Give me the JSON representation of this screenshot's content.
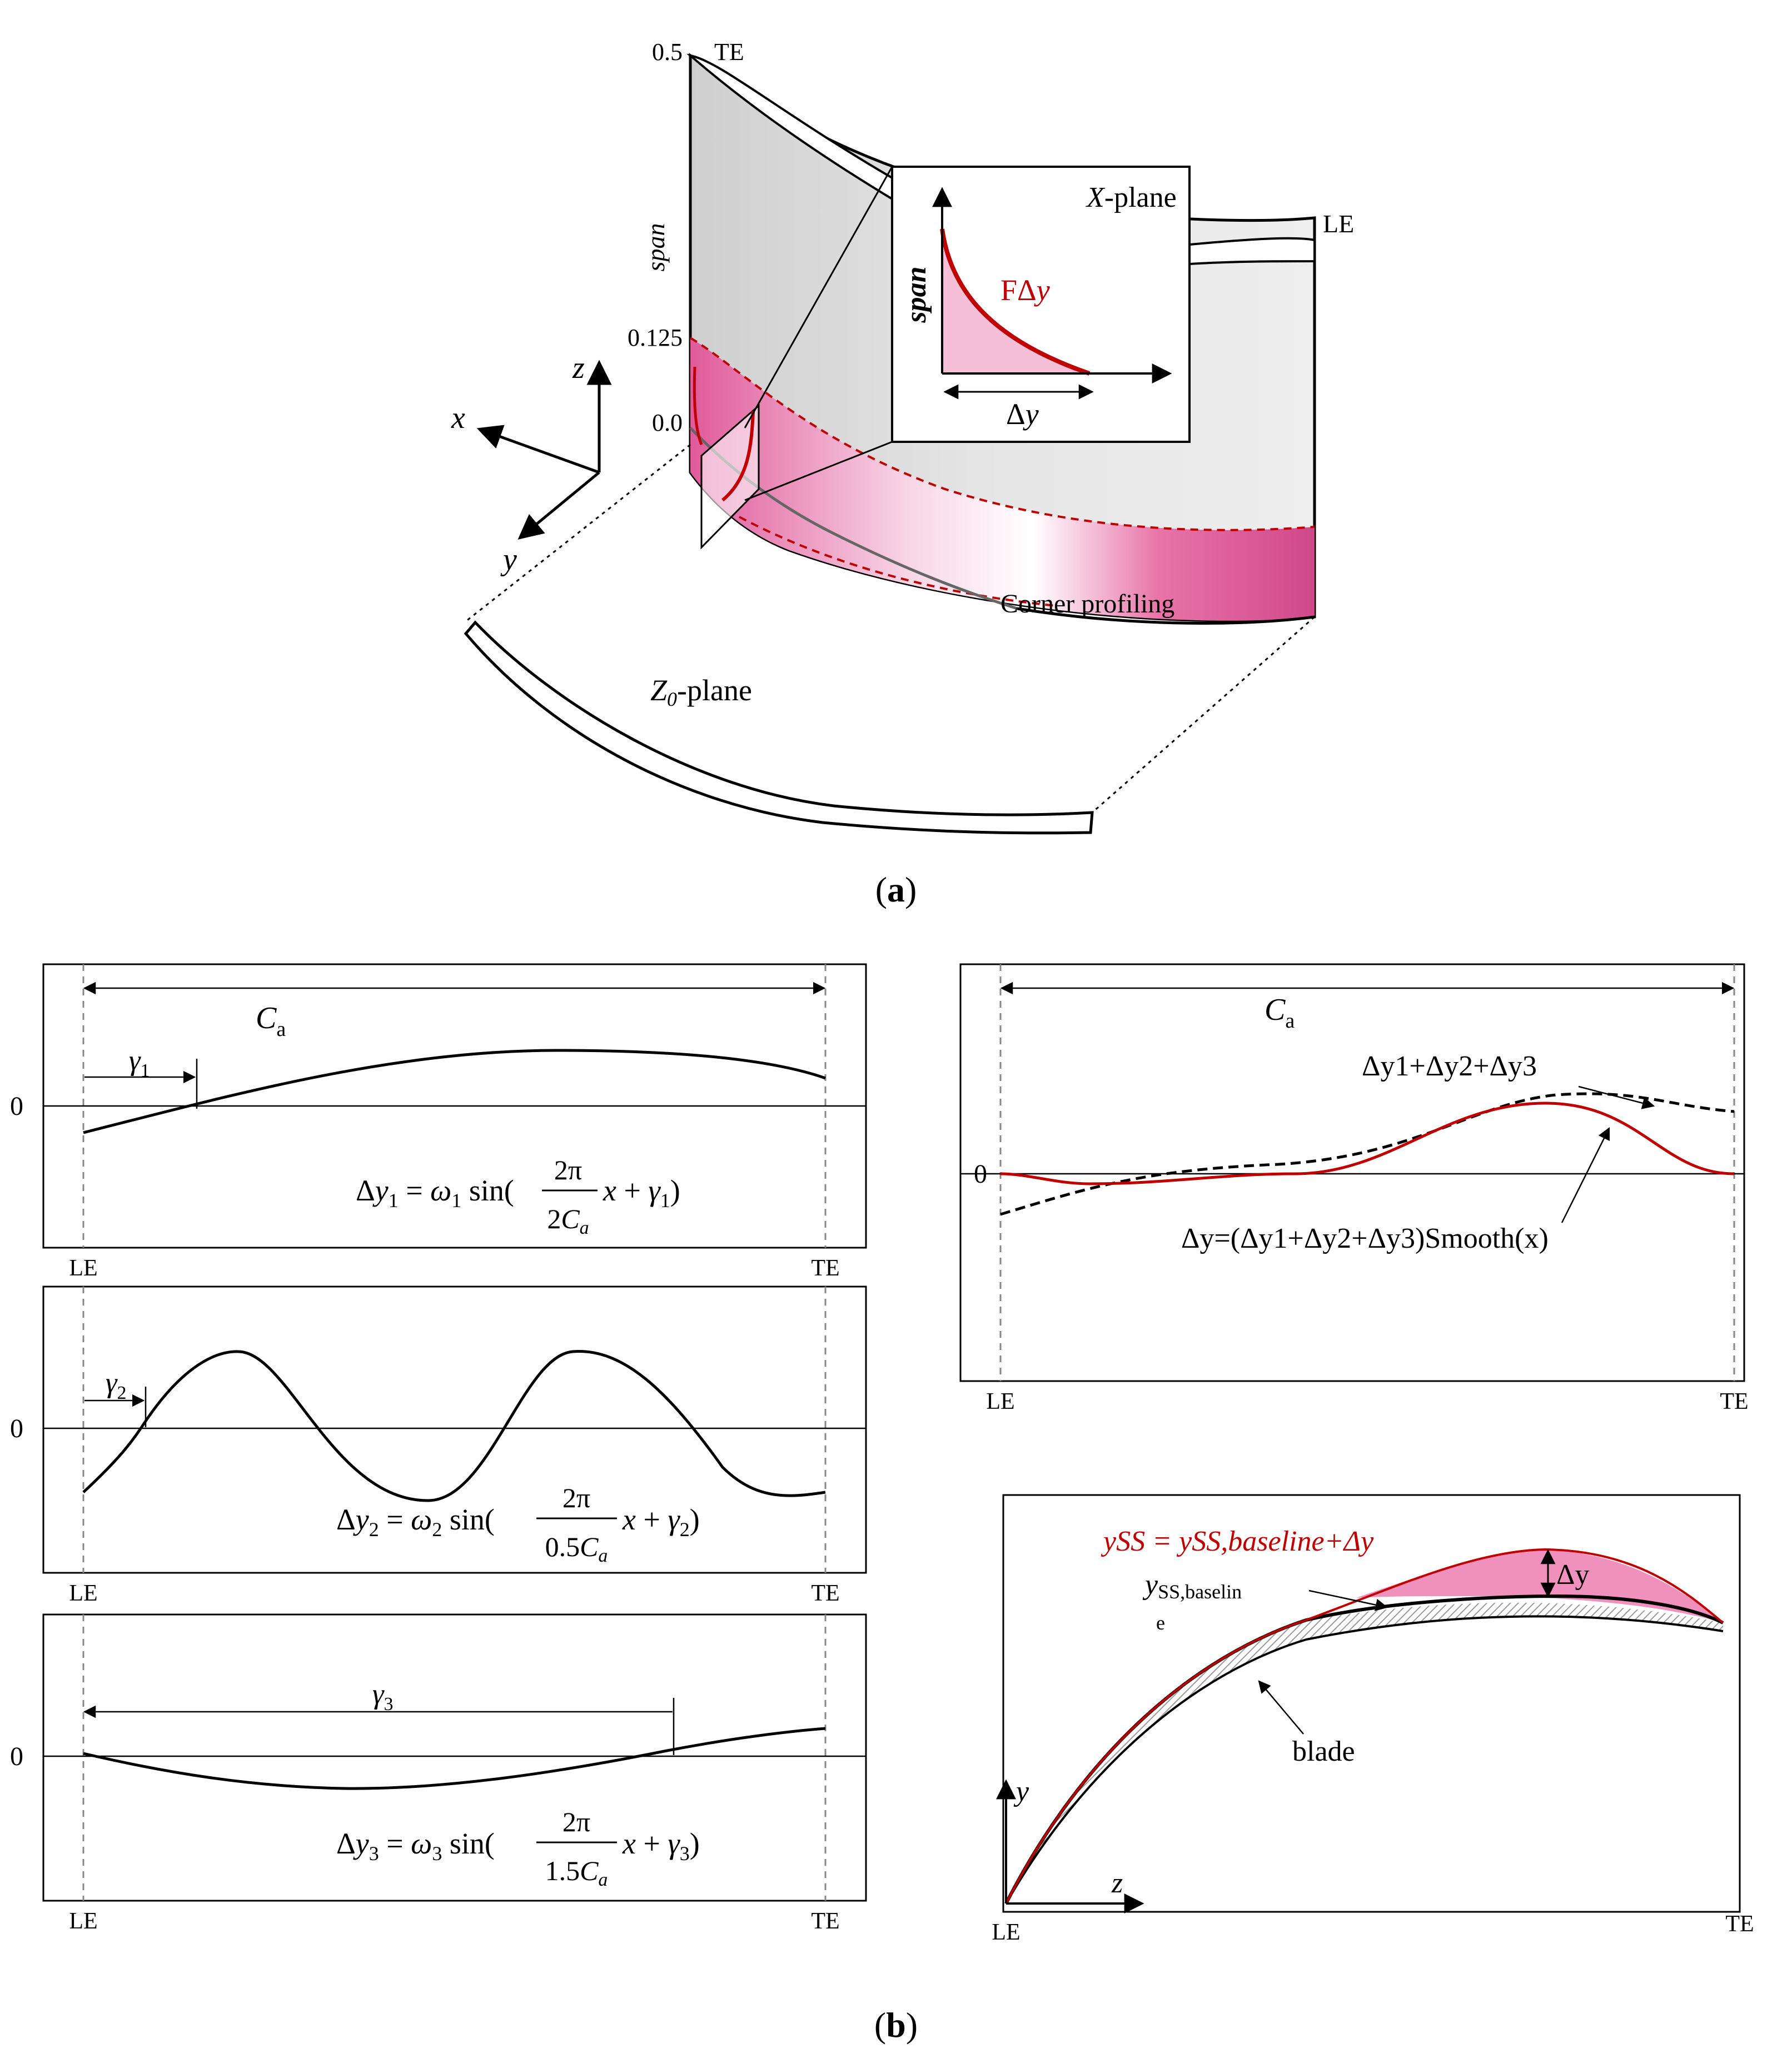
{
  "panel_a": {
    "caption_open": "(",
    "caption_letter": "a",
    "caption_close": ")",
    "te_label": "TE",
    "le_label": "LE",
    "span_label": "span",
    "span_ticks": [
      "0.5",
      "0.125",
      "0.0"
    ],
    "axes": {
      "x": "x",
      "y": "y",
      "z": "z"
    },
    "z0_plane": {
      "z": "Z",
      "sub": "0",
      "rest": "-plane"
    },
    "corner_label": "Corner profiling",
    "inset": {
      "title_var": "X",
      "title_rest": "-plane",
      "ylabel": "span",
      "curve_prefix": "FΔ",
      "curve_var": "y",
      "xlabel_prefix": "Δ",
      "xlabel_var": "y"
    }
  },
  "panel_b": {
    "caption_open": "(",
    "caption_letter": "b",
    "caption_close": ")",
    "le_label": "LE",
    "te_label": "TE",
    "zero_label": "0",
    "ca_main": "C",
    "ca_sub": "a",
    "gamma1": {
      "g": "γ",
      "sub": "1"
    },
    "gamma2": {
      "g": "γ",
      "sub": "2"
    },
    "gamma3": {
      "g": "γ",
      "sub": "3"
    },
    "eq1": {
      "lhs_pre": "Δ",
      "lhs_var": "y",
      "lhs_sub": "1",
      "omega": "ω",
      "omega_sub": "1",
      "sin": "sin(",
      "num": "2π",
      "den_pre": "2",
      "den_c": "C",
      "den_sub": "a",
      "tail_x": "x",
      "tail_plus": " + ",
      "tail_g": "γ",
      "tail_sub": "1",
      "tail_close": ")"
    },
    "eq2": {
      "lhs_pre": "Δ",
      "lhs_var": "y",
      "lhs_sub": "2",
      "omega": "ω",
      "omega_sub": "2",
      "sin": "sin(",
      "num": "2π",
      "den_pre": "0.5",
      "den_c": "C",
      "den_sub": "a",
      "tail_x": "x",
      "tail_plus": " + ",
      "tail_g": "γ",
      "tail_sub": "2",
      "tail_close": ")"
    },
    "eq3": {
      "lhs_pre": "Δ",
      "lhs_var": "y",
      "lhs_sub": "3",
      "omega": "ω",
      "omega_sub": "3",
      "sin": "sin(",
      "num": "2π",
      "den_pre": "1.5",
      "den_c": "C",
      "den_sub": "a",
      "tail_x": "x",
      "tail_plus": " + ",
      "tail_g": "γ",
      "tail_sub": "3",
      "tail_close": ")"
    },
    "sum_label": "Δy1+Δy2+Δy3",
    "smooth_label": "Δy=(Δy1+Δy2+Δy3)Smooth(x)",
    "yss_label": "ySS = ySS,baseline+Δy",
    "baseline_label": {
      "main": "y",
      "sub1": "SS,baselin",
      "sub2": "e"
    },
    "dy_label": "Δy",
    "blade_label": "blade",
    "axis_y": "y",
    "axis_z": "z"
  },
  "colors": {
    "accent": "#c00000",
    "pink": "#e05a9a",
    "light_pink": "#f6bfd8",
    "blade_grey": "#e2e2e2"
  }
}
